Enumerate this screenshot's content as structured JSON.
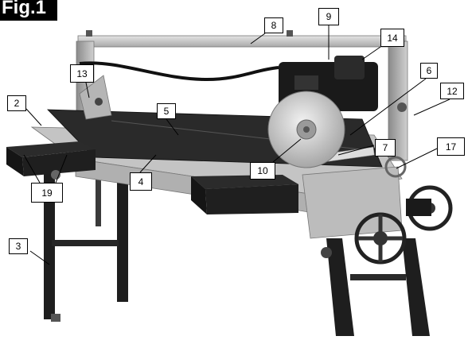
{
  "figure": {
    "label": "Fig.1",
    "callouts": [
      "2",
      "3",
      "4",
      "5",
      "6",
      "7",
      "8",
      "9",
      "10",
      "12",
      "13",
      "14",
      "17",
      "19"
    ]
  }
}
